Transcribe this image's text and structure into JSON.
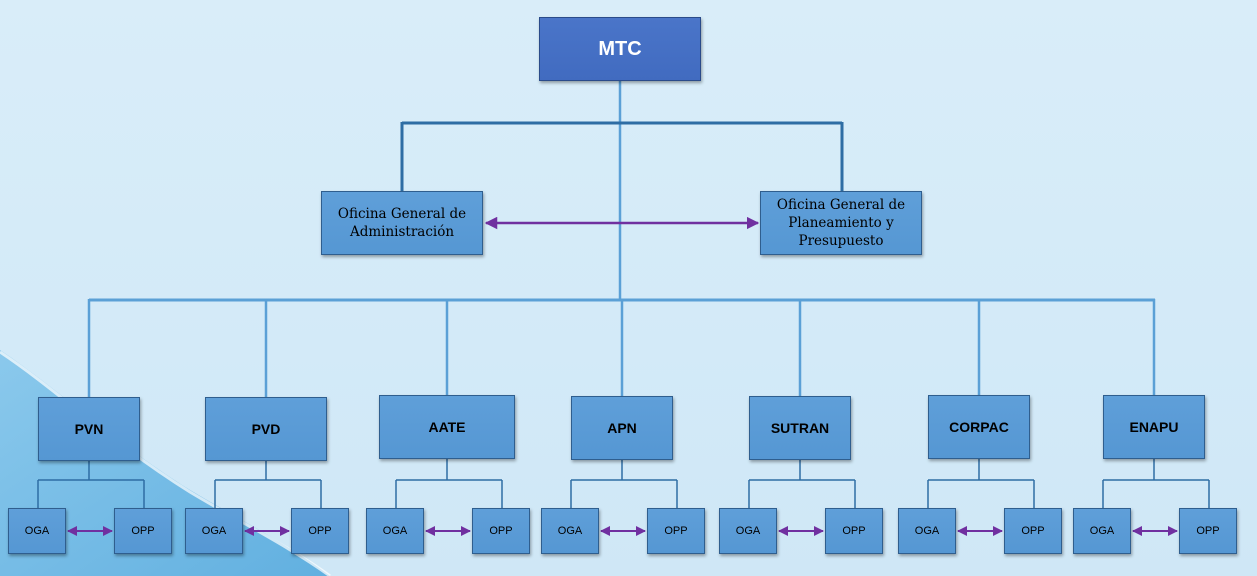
{
  "root": {
    "label": "MTC"
  },
  "offices": {
    "oga": {
      "label": "Oficina General de Administración"
    },
    "opp": {
      "label": "Oficina General de Planeamiento y Presupuesto"
    }
  },
  "entities": [
    {
      "label": "PVN",
      "sub": [
        "OGA",
        "OPP"
      ]
    },
    {
      "label": "PVD",
      "sub": [
        "OGA",
        "OPP"
      ]
    },
    {
      "label": "AATE",
      "sub": [
        "OGA",
        "OPP"
      ]
    },
    {
      "label": "APN",
      "sub": [
        "OGA",
        "OPP"
      ]
    },
    {
      "label": "SUTRAN",
      "sub": [
        "OGA",
        "OPP"
      ]
    },
    {
      "label": "CORPAC",
      "sub": [
        "OGA",
        "OPP"
      ]
    },
    {
      "label": "ENAPU",
      "sub": [
        "OGA",
        "OPP"
      ]
    }
  ],
  "colors": {
    "root_fill": "#4472c4",
    "box_fill": "#5b9bd5",
    "connector_dark": "#2e6da4",
    "connector_light": "#5ba0d6",
    "arrow": "#7030a0"
  }
}
